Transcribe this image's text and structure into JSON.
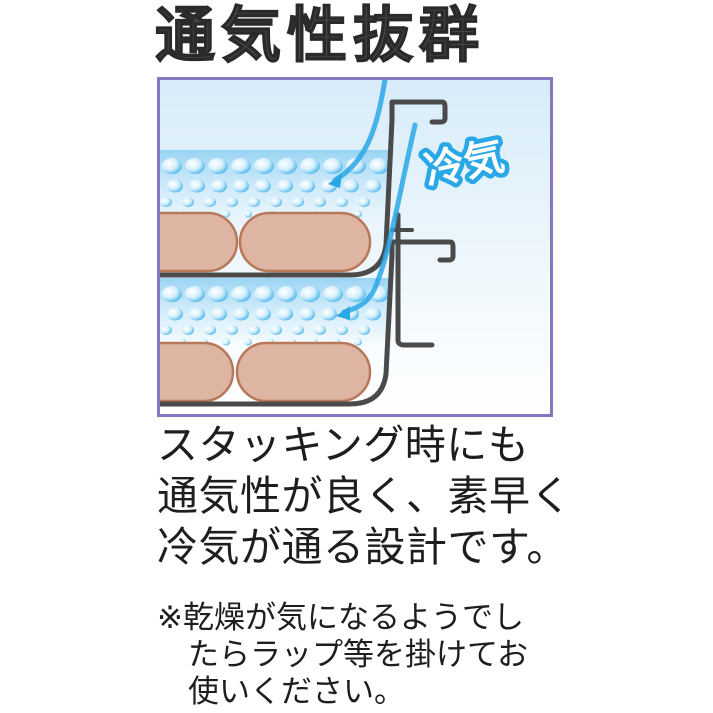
{
  "title": "通気性抜群",
  "diagram": {
    "label": "冷気",
    "colors": {
      "frame_border": "#8377c0",
      "container_stroke": "#4a4a4a",
      "food_fill": "#ddb5a2",
      "food_stroke": "#b8785a",
      "cold_air_blue": "#2aa7e6",
      "bubble_blue": "#6cc3ef"
    }
  },
  "description": {
    "lines": [
      "スタッキング時にも",
      "通気性が良く、素早く",
      "冷気が通る設計です。"
    ]
  },
  "note": {
    "lines": [
      "※乾燥が気になるようでし",
      "たらラップ等を掛けてお",
      "使いください。"
    ]
  }
}
